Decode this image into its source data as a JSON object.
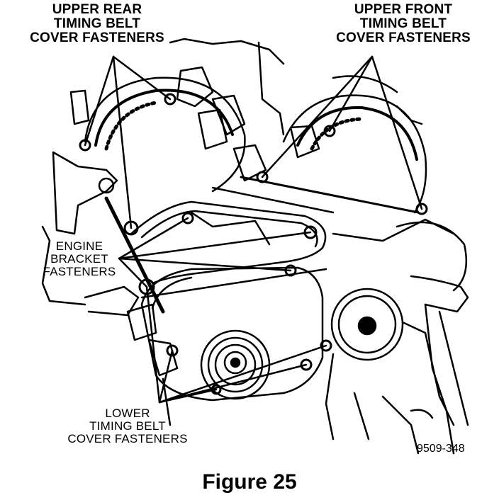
{
  "callouts": {
    "upper_rear": [
      "UPPER REAR",
      "TIMING BELT",
      "COVER FASTENERS"
    ],
    "upper_front": [
      "UPPER FRONT",
      "TIMING BELT",
      "COVER FASTENERS"
    ],
    "engine_bracket": [
      "ENGINE",
      "BRACKET",
      "FASTENERS"
    ],
    "lower": [
      "LOWER",
      "TIMING BELT",
      "COVER FASTENERS"
    ]
  },
  "figure_number": "9509-348",
  "caption": "Figure 25"
}
